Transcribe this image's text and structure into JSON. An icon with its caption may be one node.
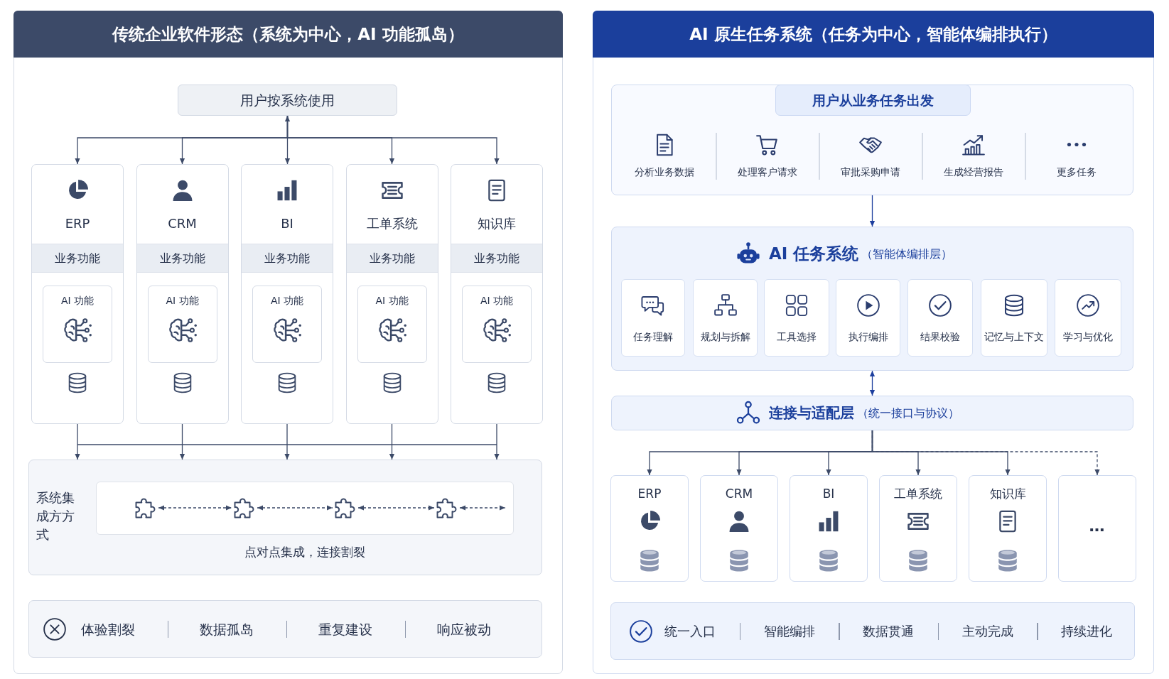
{
  "diagram": {
    "nodes": [
      {
        "text": [
          "传统企业软件形态（系统为中心，AI 功能孤岛）"
        ]
      },
      {
        "text": [
          "用户按系统使用"
        ],
        "in": 0
      },
      {
        "text": [
          "ERP"
        ],
        "in": 0
      },
      {
        "text": [
          "业务功能"
        ],
        "in": 2
      },
      {
        "text": [
          "AI 功能"
        ],
        "in": 2
      },
      {
        "text": [
          "CRM"
        ],
        "in": 0
      },
      {
        "text": [
          "业务功能"
        ],
        "in": 5
      },
      {
        "text": [
          "AI 功能"
        ],
        "in": 5
      },
      {
        "text": [
          "BI"
        ],
        "in": 0
      },
      {
        "text": [
          "业务功能"
        ],
        "in": 8
      },
      {
        "text": [
          "AI 功能"
        ],
        "in": 8
      },
      {
        "text": [
          "工单系统"
        ],
        "in": 0
      },
      {
        "text": [
          "业务功能"
        ],
        "in": 11
      },
      {
        "text": [
          "AI 功能"
        ],
        "in": 11
      },
      {
        "text": [
          "知识库"
        ],
        "in": 0
      },
      {
        "text": [
          "业务功能"
        ],
        "in": 14
      },
      {
        "text": [
          "AI 功能"
        ],
        "in": 14
      },
      {
        "text": [
          "系统集成方方式",
          "点对点集成，连接割裂"
        ],
        "in": 0
      },
      {
        "text": [],
        "shape": "puzzle",
        "in": 17
      },
      {
        "text": [],
        "shape": "puzzle",
        "in": 17
      },
      {
        "text": [],
        "shape": "puzzle",
        "in": 17
      },
      {
        "text": [],
        "shape": "puzzle",
        "in": 17
      },
      {
        "text": [
          "体验割裂",
          "数据孤岛",
          "重复建设",
          "响应被动"
        ],
        "in": 0
      },
      {
        "text": [
          "AI 原生任务系统（任务为中心，智能体编排执行）"
        ]
      },
      {
        "text": [
          "用户从业务任务出发"
        ],
        "in": 23
      },
      {
        "text": [
          "分析业务数据"
        ],
        "in": 24
      },
      {
        "text": [
          "处理客户请求"
        ],
        "in": 24
      },
      {
        "text": [
          "审批采购申请"
        ],
        "in": 24
      },
      {
        "text": [
          "生成经营报告"
        ],
        "in": 24
      },
      {
        "text": [
          "更多任务"
        ],
        "in": 24
      },
      {
        "text": [
          "AI 任务系统",
          "（智能体编排层）"
        ],
        "in": 23
      },
      {
        "text": [
          "任务理解"
        ],
        "in": 30
      },
      {
        "text": [
          "规划与拆解"
        ],
        "in": 30
      },
      {
        "text": [
          "工具选择"
        ],
        "in": 30
      },
      {
        "text": [
          "执行编排"
        ],
        "in": 30
      },
      {
        "text": [
          "结果校验"
        ],
        "in": 30
      },
      {
        "text": [
          "记忆与上下文"
        ],
        "in": 30
      },
      {
        "text": [
          "学习与优化"
        ],
        "in": 30
      },
      {
        "text": [
          "连接与适配层",
          "（统一接口与协议）"
        ],
        "in": 23
      },
      {
        "text": [
          "ERP"
        ],
        "in": 23
      },
      {
        "text": [
          "CRM"
        ],
        "in": 23
      },
      {
        "text": [
          "BI"
        ],
        "in": 23
      },
      {
        "text": [
          "工单系统"
        ],
        "in": 23
      },
      {
        "text": [
          "知识库"
        ],
        "in": 23
      },
      {
        "text": [
          "…"
        ],
        "in": 23
      },
      {
        "text": [
          "统一入口",
          "智能编排",
          "数据贯通",
          "主动完成",
          "持续进化"
        ],
        "in": 23
      }
    ],
    "edges": [
      {
        "from": 1,
        "to": 2,
        "arrow": "to"
      },
      {
        "from": 1,
        "to": 5,
        "arrow": "to"
      },
      {
        "from": 1,
        "to": 8,
        "arrow": "both"
      },
      {
        "from": 1,
        "to": 11,
        "arrow": "to"
      },
      {
        "from": 1,
        "to": 14,
        "arrow": "to"
      },
      {
        "from": 2,
        "to": 17,
        "arrow": "to"
      },
      {
        "from": 5,
        "to": 17,
        "arrow": "to"
      },
      {
        "from": 8,
        "to": 17,
        "arrow": "to"
      },
      {
        "from": 11,
        "to": 17,
        "arrow": "to"
      },
      {
        "from": 14,
        "to": 17,
        "arrow": "to"
      },
      {
        "from": 18,
        "to": 19,
        "arrow": "both",
        "style": "dashed"
      },
      {
        "from": 19,
        "to": 20,
        "arrow": "both",
        "style": "dashed"
      },
      {
        "from": 20,
        "to": 21,
        "arrow": "both",
        "style": "dashed"
      },
      {
        "from": 21,
        "to": null,
        "arrow": "both",
        "style": "dashed"
      },
      {
        "from": 24,
        "to": 30,
        "arrow": "to",
        "color": "#1d3f9e"
      },
      {
        "from": 30,
        "to": 38,
        "arrow": "both",
        "color": "#1d3f9e"
      },
      {
        "from": 38,
        "to": 39,
        "arrow": "to"
      },
      {
        "from": 38,
        "to": 40,
        "arrow": "to"
      },
      {
        "from": 38,
        "to": 41,
        "arrow": "to"
      },
      {
        "from": 38,
        "to": 42,
        "arrow": "to"
      },
      {
        "from": 38,
        "to": 43,
        "arrow": "to"
      },
      {
        "from": 38,
        "to": 44,
        "arrow": "to",
        "style": "dashed"
      }
    ]
  }
}
